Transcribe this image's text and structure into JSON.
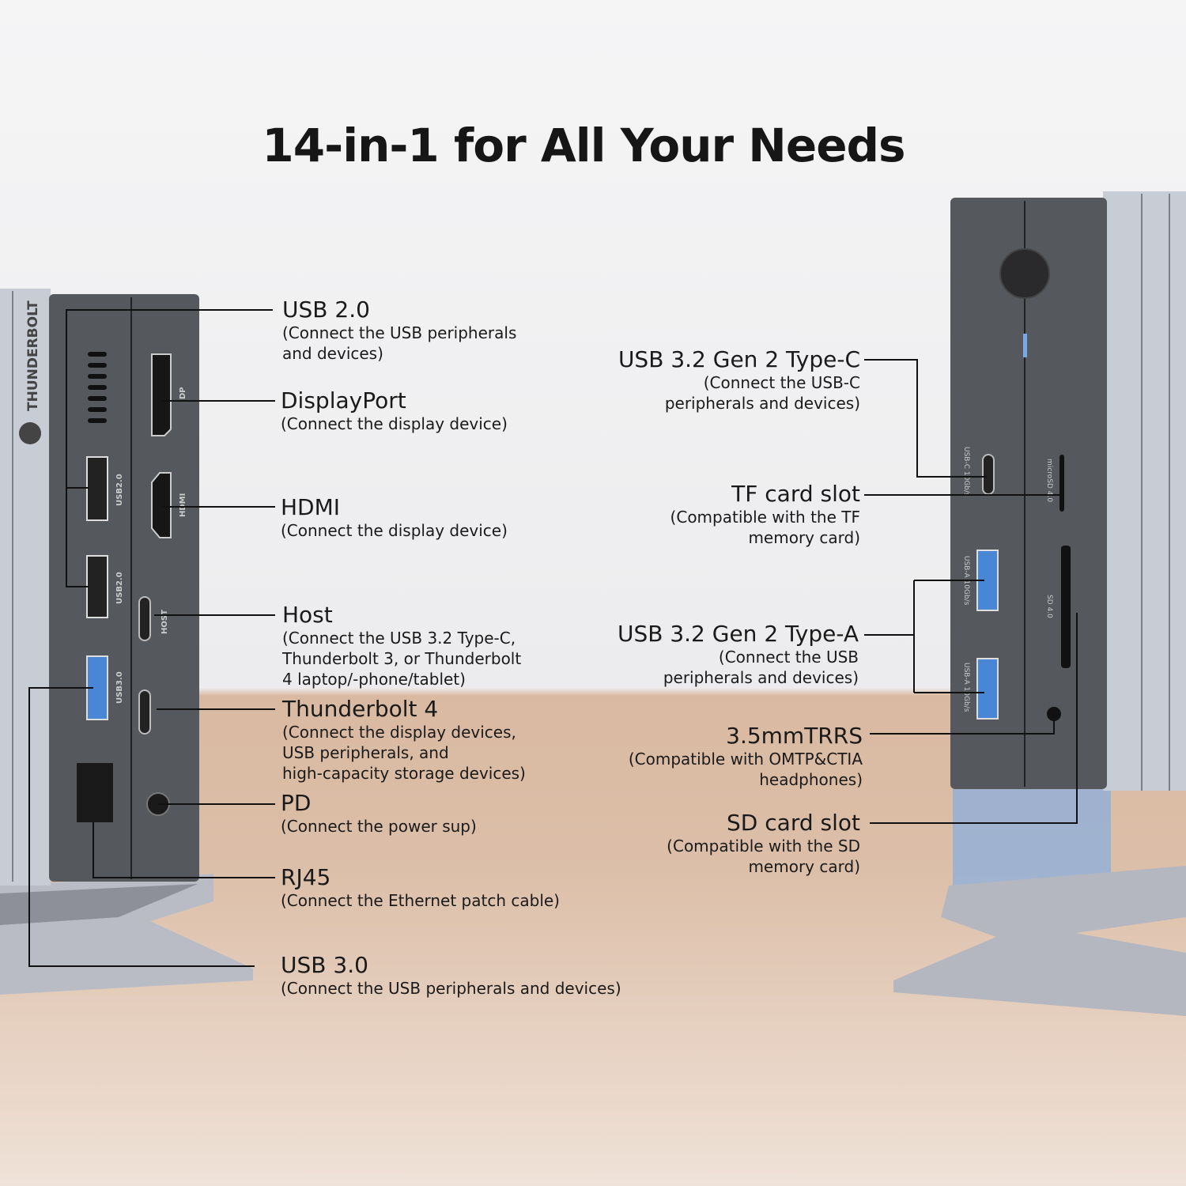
{
  "title": "14-in-1 for All Your Needs",
  "device_markings": {
    "brand": "THUNDERBOLT",
    "left_ports": [
      "USB2.0",
      "USB2.0",
      "USB3.0",
      "DP",
      "HDMI",
      "HOST"
    ],
    "right_ports": [
      "USB-C 10Gb/s",
      "USB-A 10Gb/s",
      "USB-A 10Gb/s",
      "microSD 4.0",
      "SD 4.0"
    ]
  },
  "left_labels": [
    {
      "name": "USB 2.0",
      "desc": [
        "(Connect the USB peripherals",
        "and devices)"
      ]
    },
    {
      "name": "DisplayPort",
      "desc": [
        "(Connect the display device)"
      ]
    },
    {
      "name": "HDMI",
      "desc": [
        "(Connect the display device)"
      ]
    },
    {
      "name": "Host",
      "desc": [
        "(Connect the USB 3.2 Type-C,",
        "Thunderbolt 3, or Thunderbolt",
        "4 laptop/-phone/tablet)"
      ]
    },
    {
      "name": "Thunderbolt 4",
      "desc": [
        "(Connect the display devices,",
        "USB peripherals, and",
        "high-capacity storage devices)"
      ]
    },
    {
      "name": "PD",
      "desc": [
        "(Connect the power sup)"
      ]
    },
    {
      "name": "RJ45",
      "desc": [
        "(Connect the Ethernet patch cable)"
      ]
    },
    {
      "name": "USB 3.0",
      "desc": [
        "(Connect the USB peripherals and devices)"
      ]
    }
  ],
  "right_labels": [
    {
      "name": "USB 3.2 Gen 2 Type-C",
      "desc": [
        "(Connect the USB-C",
        "peripherals and devices)"
      ]
    },
    {
      "name": "TF card slot",
      "desc": [
        "(Compatible with the TF",
        "memory card)"
      ]
    },
    {
      "name": "USB 3.2 Gen 2 Type-A",
      "desc": [
        "(Connect the USB",
        "peripherals and devices)"
      ]
    },
    {
      "name": "3.5mmTRRS",
      "desc": [
        "(Compatible with OMTP&CTIA",
        "headphones)"
      ]
    },
    {
      "name": "SD card slot",
      "desc": [
        "(Compatible with the SD",
        "memory card)"
      ]
    }
  ]
}
